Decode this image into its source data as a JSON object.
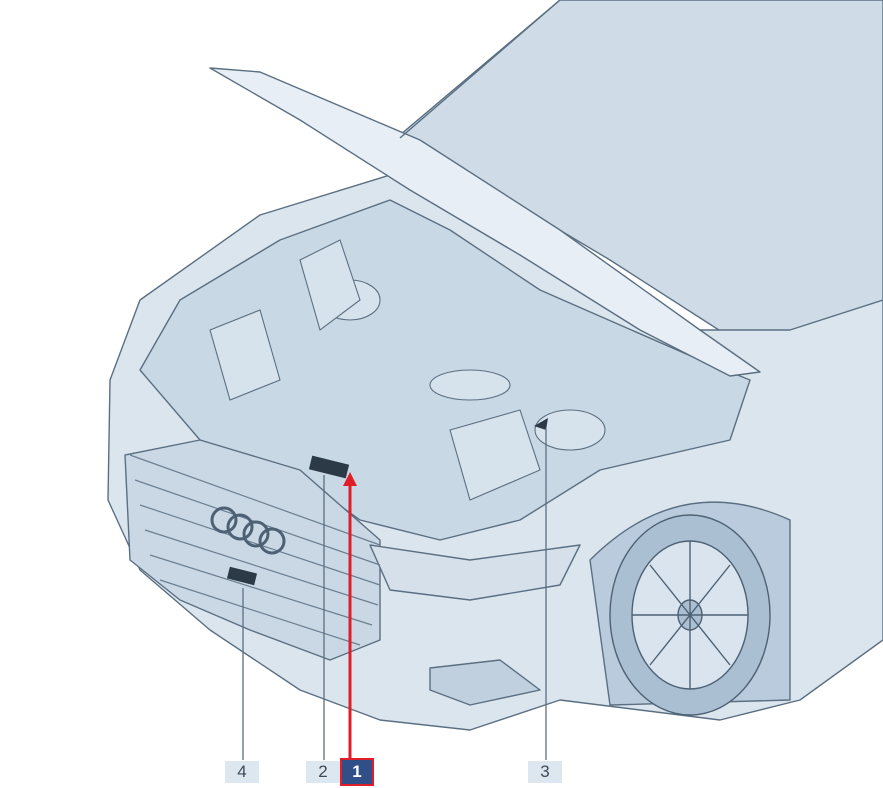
{
  "callouts": [
    {
      "id": "4",
      "label": "4",
      "active": false
    },
    {
      "id": "2",
      "label": "2",
      "active": false
    },
    {
      "id": "1",
      "label": "1",
      "active": true
    },
    {
      "id": "3",
      "label": "3",
      "active": false
    }
  ],
  "colors": {
    "body_fill": "#dfe8f0",
    "body_shade": "#c3d3e1",
    "line": "#5b6f82",
    "highlight": "#e01e2a",
    "label_bg": "#dde7ef",
    "label_active_bg": "#2f4f86"
  }
}
